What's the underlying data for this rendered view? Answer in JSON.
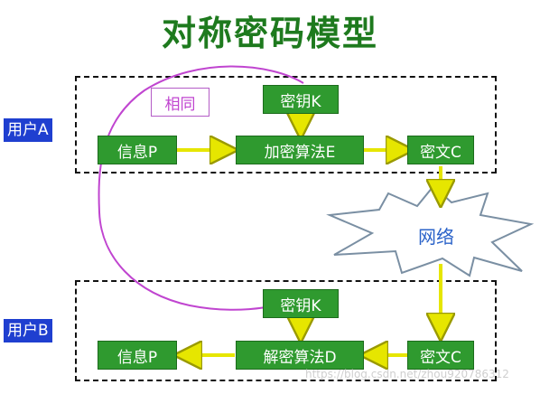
{
  "title": "对称密码模型",
  "user_a": "用户A",
  "user_b": "用户B",
  "same_label": "相同",
  "network_label": "网络",
  "top": {
    "key": "密钥K",
    "info": "信息P",
    "algorithm": "加密算法E",
    "cipher": "密文C"
  },
  "bottom": {
    "key": "密钥K",
    "info": "信息P",
    "algorithm": "解密算法D",
    "cipher": "密文C"
  },
  "watermark": "https://blog.csdn.net/zhou920786312",
  "colors": {
    "title": "#1e7a1e",
    "box": "#2f9a2f",
    "arrow": "#e6e600",
    "user_tag": "#1f3fd0",
    "same": "#c045d0",
    "network": "#2b63c9"
  }
}
